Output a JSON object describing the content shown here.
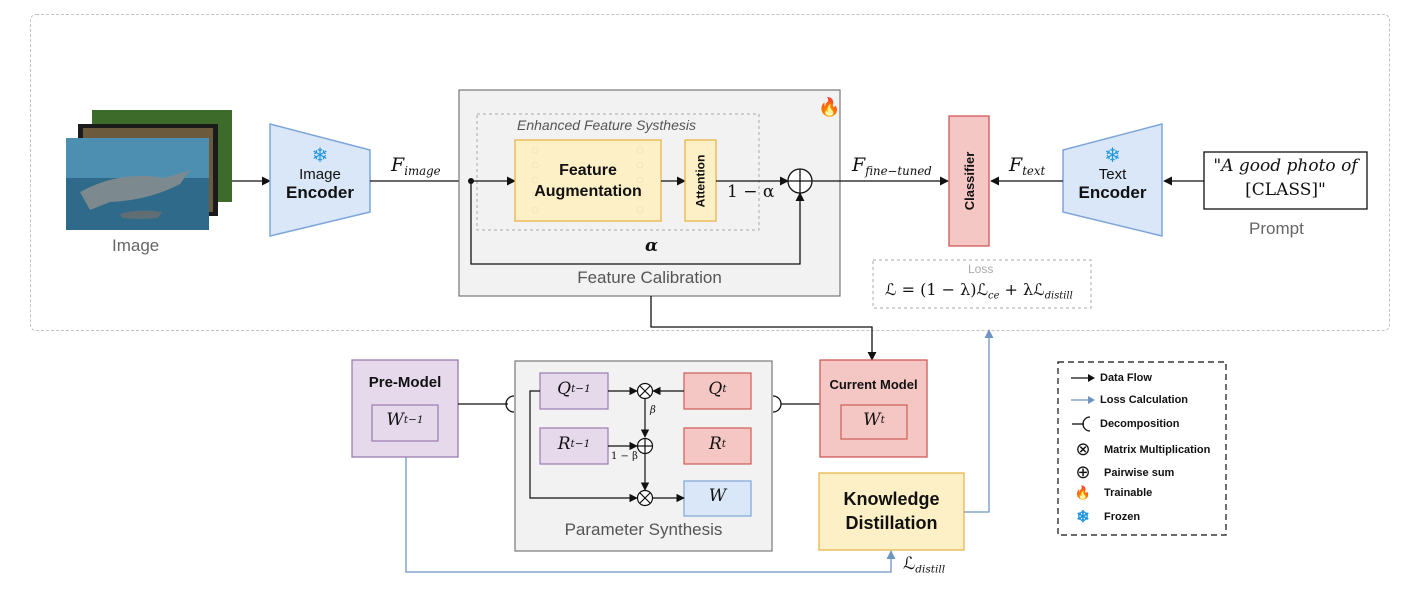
{
  "image": {
    "label": "Image"
  },
  "image_encoder": {
    "line1": "Image",
    "line2": "Encoder"
  },
  "text_encoder": {
    "line1": "Text",
    "line2": "Encoder"
  },
  "feature_calibration": {
    "title": "Feature Calibration",
    "synthesis_title": "Enhanced Feature Systhesis",
    "augmentation_line1": "Feature",
    "augmentation_line2": "Augmentation",
    "attention": "Attention",
    "one_minus_alpha": "1 − α",
    "alpha": "α"
  },
  "flows": {
    "f_image": "F",
    "f_image_sub": "image",
    "f_finetuned": "F",
    "f_finetuned_sub": "fine−tuned",
    "f_text": "F",
    "f_text_sub": "text"
  },
  "classifier": {
    "label": "Classifier"
  },
  "prompt": {
    "line1": "\"A good photo of",
    "line2": "[CLASS]\"",
    "label": "Prompt"
  },
  "loss": {
    "title": "Loss",
    "formula": "ℒ = (1 − λ)ℒ",
    "ce": "ce",
    "plus": " + λℒ",
    "distill": "distill"
  },
  "pre_model": {
    "title": "Pre-Model",
    "weight": "W",
    "weight_sub": "t−1"
  },
  "current_model": {
    "title": "Current Model",
    "weight": "W",
    "weight_sub": "t"
  },
  "parameter_synthesis": {
    "title": "Parameter Synthesis",
    "q_prev": "Q",
    "q_prev_sub": "t−1",
    "r_prev": "R",
    "r_prev_sub": "t−1",
    "q_t": "Q",
    "q_t_sub": "t",
    "r_t": "R",
    "r_t_sub": "t",
    "w": "W",
    "beta": "β",
    "one_minus_beta": "1 − β"
  },
  "knowledge_distillation": {
    "line1": "Knowledge",
    "line2": "Distillation"
  },
  "l_distill": {
    "symbol": "ℒ",
    "sub": "distill"
  },
  "legend": {
    "items": [
      {
        "icon": "arrow-black-icon",
        "label": "Data Flow"
      },
      {
        "icon": "arrow-blue-icon",
        "label": "Loss Calculation"
      },
      {
        "icon": "decomposition-icon",
        "label": "Decomposition"
      },
      {
        "icon": "otimes-icon",
        "label": "Matrix Multiplication"
      },
      {
        "icon": "oplus-icon",
        "label": "Pairwise sum"
      },
      {
        "icon": "flame-icon",
        "label": "Trainable"
      },
      {
        "icon": "snowflake-icon",
        "label": "Frozen"
      }
    ]
  },
  "colors": {
    "encoder_fill": "#d9e7f8",
    "encoder_stroke": "#7ea6d8",
    "classifier_fill": "#f4c7c4",
    "classifier_stroke": "#cf5b57",
    "pre_model_fill": "#e6d9ec",
    "pre_model_stroke": "#9b7bb0",
    "aug_fill": "#fdf0c7",
    "aug_stroke": "#e8b64c",
    "kd_fill": "#fdf0c7",
    "kd_stroke": "#e8b64c",
    "panel_fill": "#f2f2f2",
    "loss_arrow": "#6e94c2",
    "snowflake": "#2196e0",
    "flame": "#e8391c"
  }
}
